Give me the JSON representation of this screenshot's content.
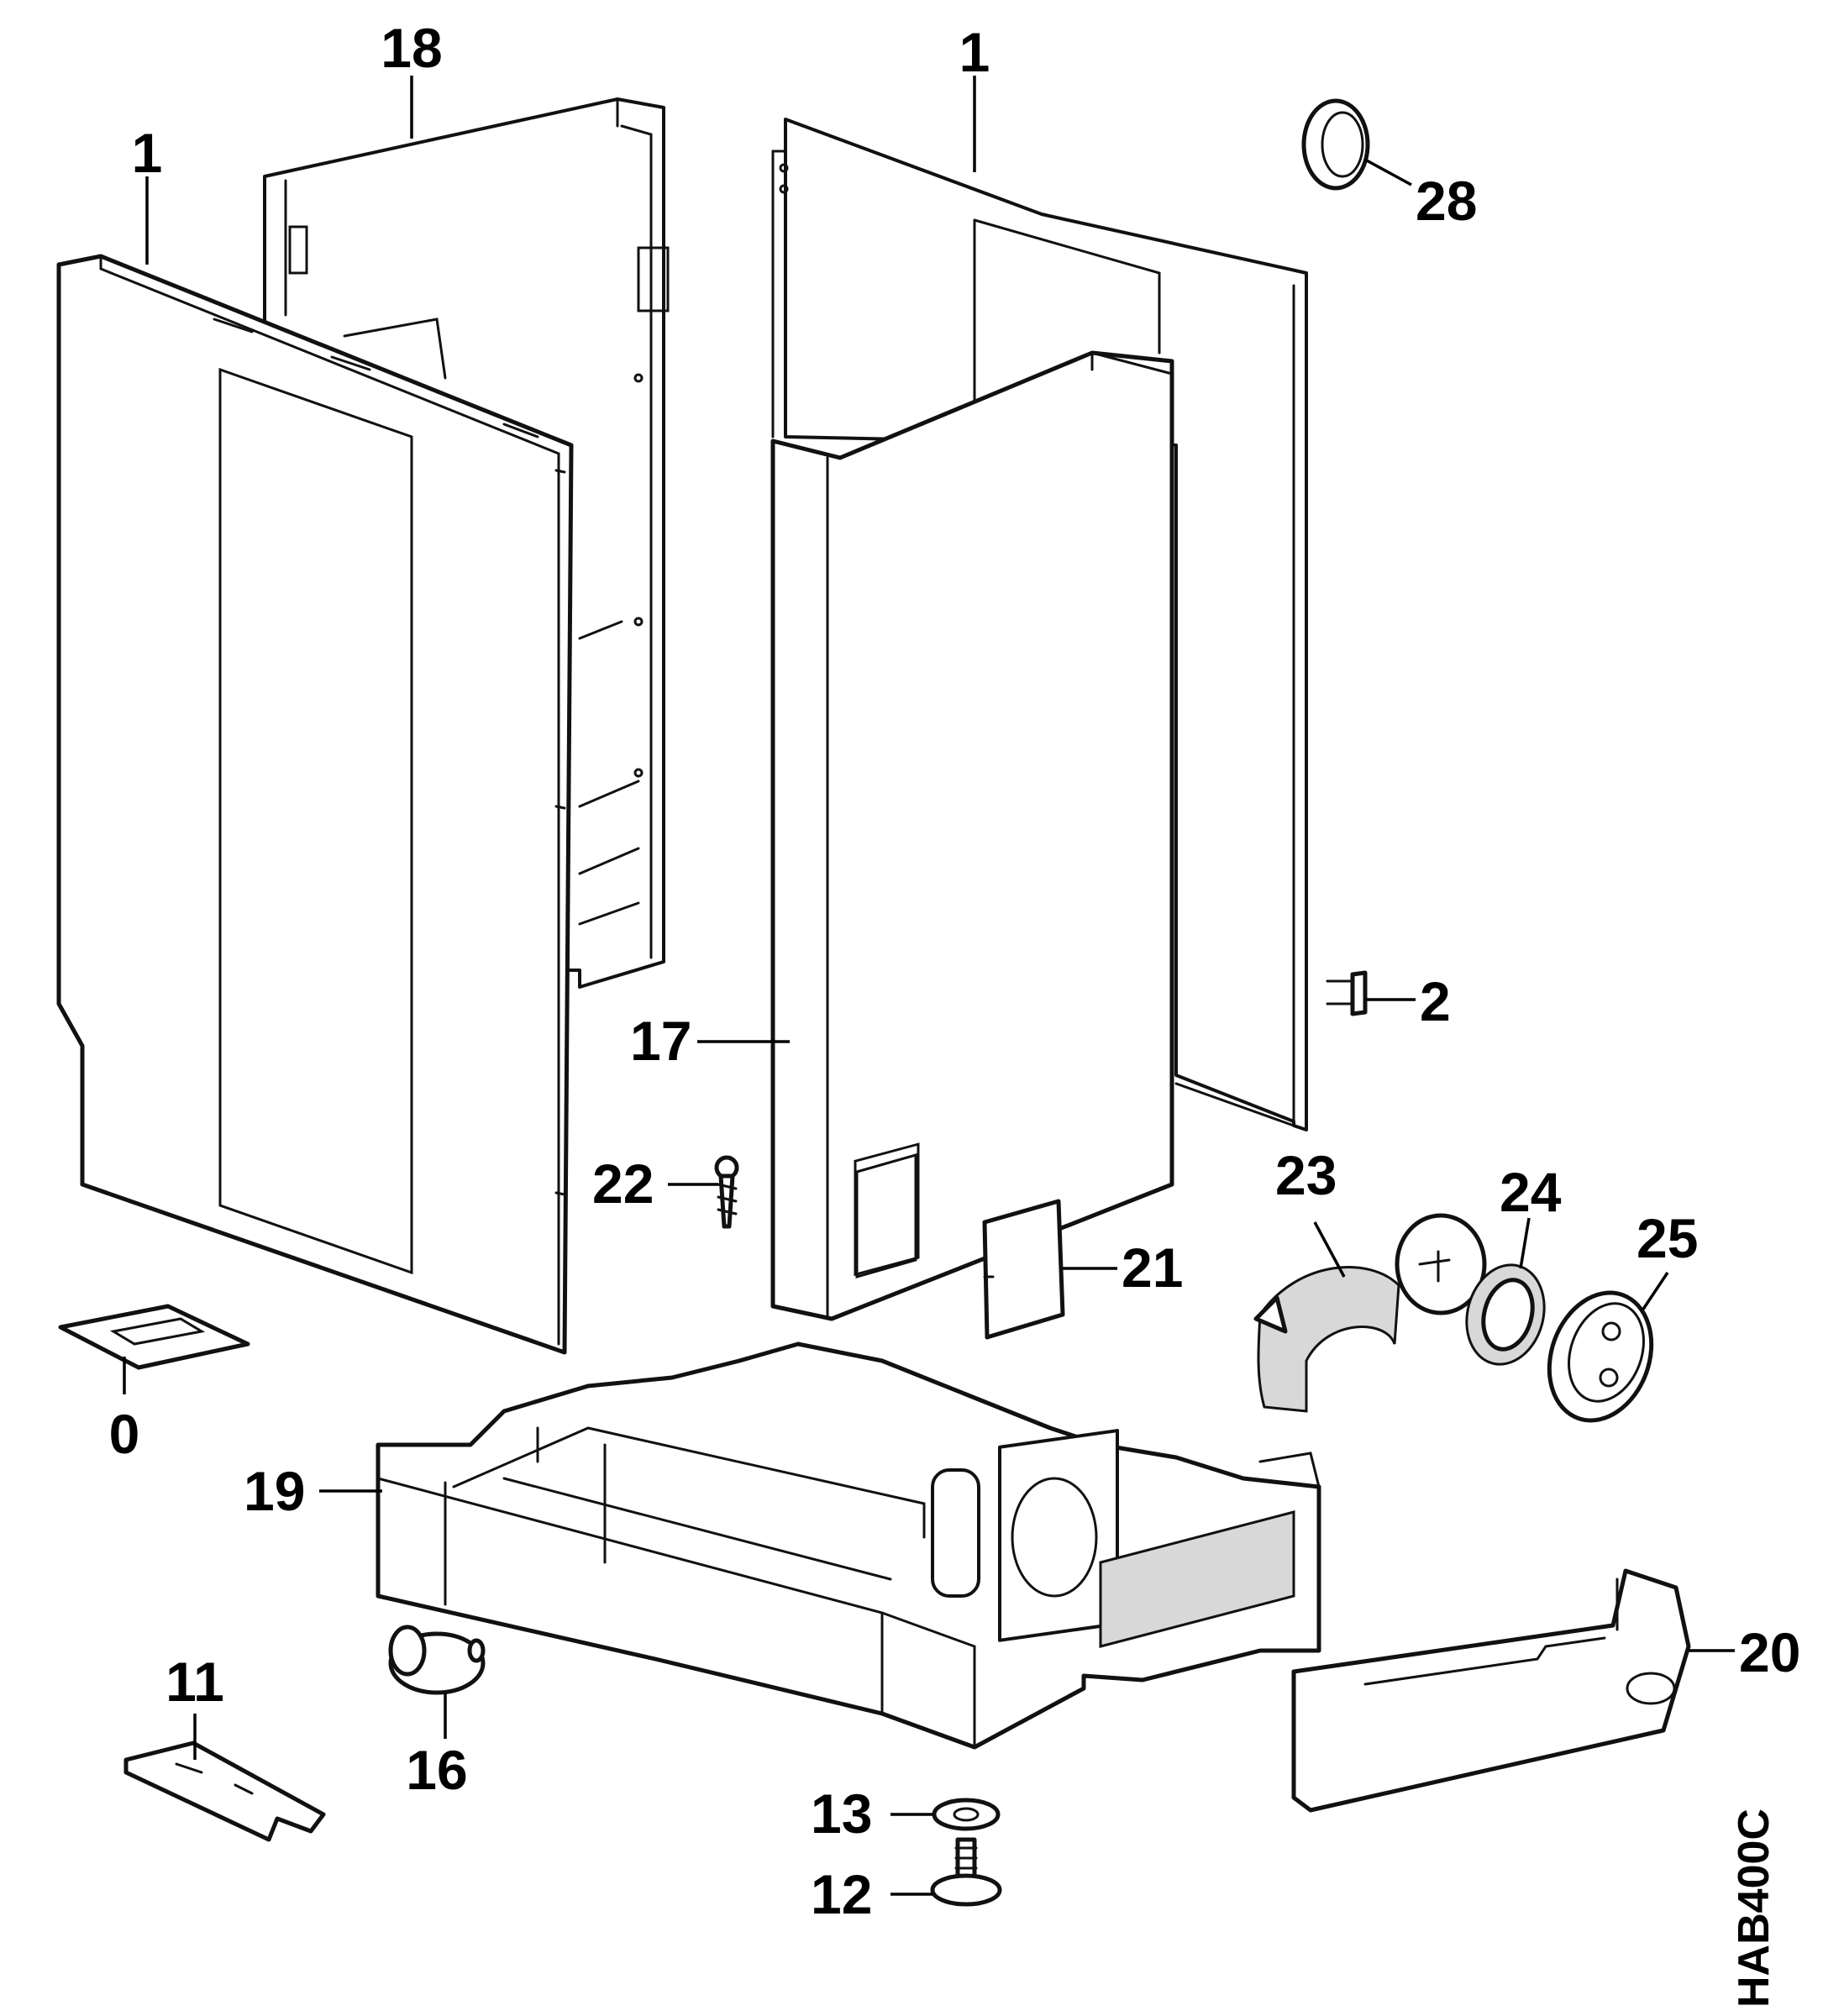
{
  "callouts": [
    {
      "id": "c1a",
      "label": "1"
    },
    {
      "id": "c18",
      "label": "18"
    },
    {
      "id": "c1b",
      "label": "1"
    },
    {
      "id": "c28",
      "label": "28"
    },
    {
      "id": "c2",
      "label": "2"
    },
    {
      "id": "c17",
      "label": "17"
    },
    {
      "id": "c22",
      "label": "22"
    },
    {
      "id": "c21",
      "label": "21"
    },
    {
      "id": "c23",
      "label": "23"
    },
    {
      "id": "c24",
      "label": "24"
    },
    {
      "id": "c25",
      "label": "25"
    },
    {
      "id": "c0",
      "label": "0"
    },
    {
      "id": "c19",
      "label": "19"
    },
    {
      "id": "c20",
      "label": "20"
    },
    {
      "id": "c11",
      "label": "11"
    },
    {
      "id": "c16",
      "label": "16"
    },
    {
      "id": "c13",
      "label": "13"
    },
    {
      "id": "c12",
      "label": "12"
    }
  ],
  "drawing_code": "HAB400C"
}
